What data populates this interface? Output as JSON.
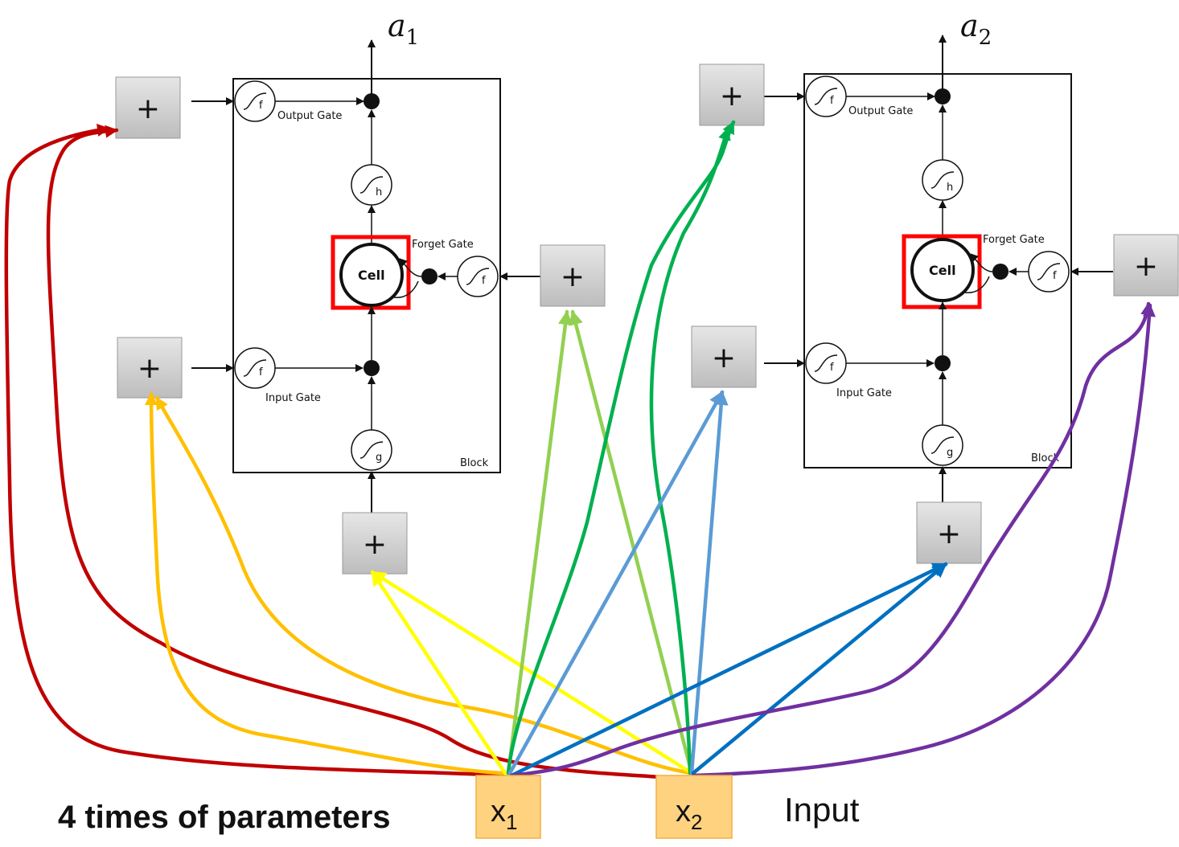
{
  "outputs": [
    "a",
    "a"
  ],
  "output_subscripts": [
    "1",
    "2"
  ],
  "inputs": [
    "x",
    "x"
  ],
  "input_subscripts": [
    "1",
    "2"
  ],
  "gates": {
    "output": "Output Gate",
    "forget": "Forget Gate",
    "input": "Input Gate",
    "block": "Block",
    "cell": "Cell"
  },
  "activation_subscripts": {
    "gate": "f",
    "output": "h",
    "input": "g"
  },
  "plus_symbol": "+",
  "caption": "4 times of parameters",
  "input_label": "Input",
  "colors": {
    "output_gate_link": "#c00000",
    "input_gate_link": "#ffc000",
    "cell_input_link": "#ffff00",
    "forget_gate_link_x1": "#92d050",
    "output_gate_link_2": "#00b050",
    "input_gate_link_2": "#5b9bd5",
    "cell_input_link_2": "#0070c0",
    "forget_gate_link_2": "#7030a0",
    "cell_highlight": "#ff0000",
    "input_box": "#ffd280"
  }
}
